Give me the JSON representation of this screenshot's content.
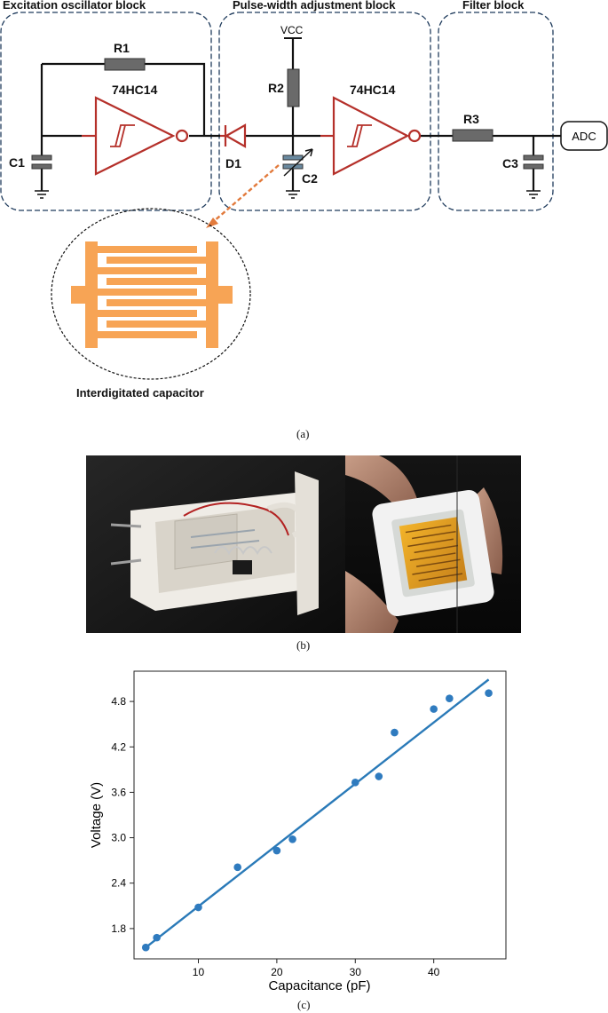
{
  "blocks": {
    "excitation": "Excitation oscillator block",
    "pulse_width": "Pulse-width adjustment block",
    "filter": "Filter block"
  },
  "components": {
    "r1": "R1",
    "r2": "R2",
    "r3": "R3",
    "c1": "C1",
    "c2": "C2",
    "c3": "C3",
    "d1": "D1",
    "vcc": "VCC",
    "ic1": "74HC14",
    "ic2": "74HC14",
    "adc": "ADC"
  },
  "interdigitated_label": "Interdigitated capacitor",
  "captions": {
    "a": "(a)",
    "b": "(b)",
    "c": "(c)"
  },
  "colors": {
    "gate": "#b5302a",
    "capacitor_fill": "#f7a455",
    "block_border": "#1f3b5c",
    "arrow": "#e27a3c",
    "series": "#2f7bbf",
    "fit_line": "#2a7ab8"
  },
  "chart_data": {
    "type": "scatter",
    "xlabel": "Capacitance (pF)",
    "ylabel": "Voltage (V)",
    "xlim": [
      1.8,
      49.2
    ],
    "ylim": [
      1.4,
      5.2
    ],
    "xticks": [
      10,
      20,
      30,
      40
    ],
    "yticks": [
      1.8,
      2.4,
      3.0,
      3.6,
      4.2,
      4.8
    ],
    "ytick_labels": [
      "1.8",
      "2.4",
      "3.0",
      "3.6",
      "4.2",
      "4.8"
    ],
    "grid": false,
    "points": [
      {
        "x": 3.3,
        "y": 1.55
      },
      {
        "x": 4.7,
        "y": 1.68
      },
      {
        "x": 10,
        "y": 2.08
      },
      {
        "x": 15,
        "y": 2.61
      },
      {
        "x": 20,
        "y": 2.83
      },
      {
        "x": 22,
        "y": 2.98
      },
      {
        "x": 30,
        "y": 3.73
      },
      {
        "x": 33,
        "y": 3.81
      },
      {
        "x": 35,
        "y": 4.39
      },
      {
        "x": 40,
        "y": 4.7
      },
      {
        "x": 42,
        "y": 4.84
      },
      {
        "x": 47,
        "y": 4.91
      }
    ],
    "fit_line": {
      "x": [
        3.3,
        47
      ],
      "y": [
        1.55,
        5.09
      ]
    }
  }
}
